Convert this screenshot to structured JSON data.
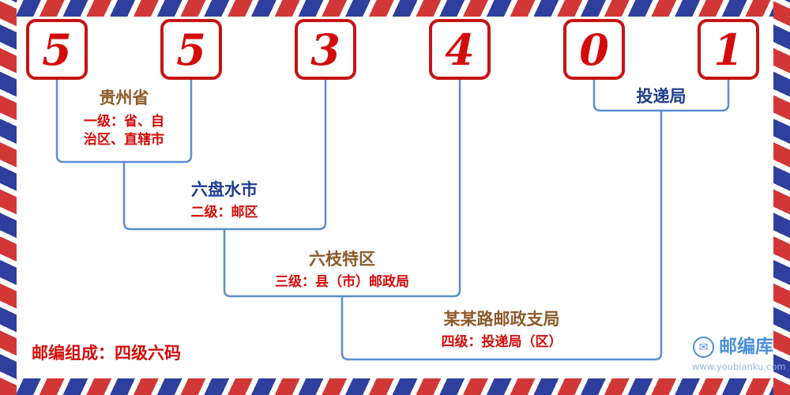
{
  "code": {
    "digits": [
      "5",
      "5",
      "3",
      "4",
      "0",
      "1"
    ]
  },
  "levels": {
    "province": {
      "name": "贵州省",
      "desc": "一级：省、自治区、直辖市"
    },
    "city": {
      "name": "六盘水市",
      "desc": "二级：邮区"
    },
    "district": {
      "name": "六枝特区",
      "desc": "三级：县（市）邮政局"
    },
    "branch": {
      "name": "某某路邮政支局",
      "desc": "四级：投递局（区）"
    },
    "delivery": {
      "name": "投递局"
    }
  },
  "footer": {
    "composition": "邮编组成：四级六码"
  },
  "logo": {
    "brand": "邮编库",
    "url": "www.youbianku.com",
    "icon": "envelope-icon"
  },
  "colors": {
    "digit_red": "#d40b0b",
    "line_blue": "#5b8dd3",
    "label_brown": "#8b5a2b",
    "label_navy": "#1f3c8f",
    "desc_red": "#d40b0b",
    "logo_blue": "#4a90d9",
    "stripe_red": "#d23737",
    "stripe_blue": "#2e3f9e"
  }
}
